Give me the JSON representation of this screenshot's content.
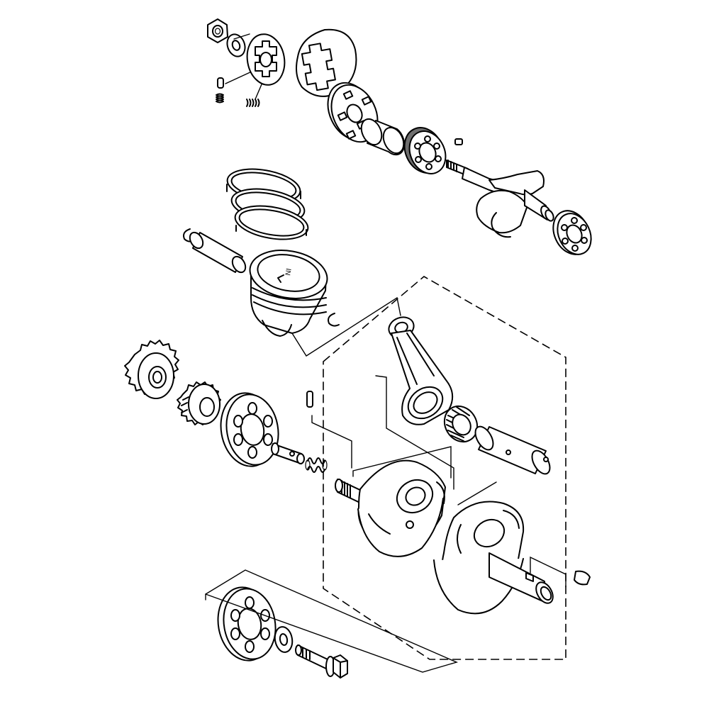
{
  "diagram": {
    "piston_mark": "IN",
    "colors": {
      "line": "#000000",
      "fill": "#ffffff",
      "shaded_bearing": "#6e6e6e",
      "background": "#ffffff"
    },
    "parts": [
      {
        "id": "nut-top",
        "icon": "hex-nut-icon"
      },
      {
        "id": "lock-washer-top",
        "icon": "washer-icon"
      },
      {
        "id": "balancer-hub",
        "icon": "hub-icon"
      },
      {
        "id": "balancer-gear",
        "icon": "gear-icon"
      },
      {
        "id": "balancer-plate",
        "icon": "plate-icon"
      },
      {
        "id": "collar",
        "icon": "collar-icon"
      },
      {
        "id": "balancer-bearing",
        "icon": "bearing-icon"
      },
      {
        "id": "woodruff-key-top",
        "icon": "key-icon"
      },
      {
        "id": "balancer-shaft",
        "icon": "shaft-icon"
      },
      {
        "id": "balancer-bearing-right",
        "icon": "bearing-icon"
      },
      {
        "id": "piston-rings",
        "icon": "piston-ring-icon"
      },
      {
        "id": "piston-pin-clip-left",
        "icon": "clip-icon"
      },
      {
        "id": "piston-pin",
        "icon": "pin-icon"
      },
      {
        "id": "piston",
        "icon": "piston-icon"
      },
      {
        "id": "piston-pin-clip-right",
        "icon": "clip-icon"
      },
      {
        "id": "primary-drive-gear",
        "icon": "gear-icon"
      },
      {
        "id": "balancer-drive-gear",
        "icon": "gear-icon"
      },
      {
        "id": "crank-bearing-left",
        "icon": "bearing-icon"
      },
      {
        "id": "dowel-pin",
        "icon": "pin-icon"
      },
      {
        "id": "oil-nozzle",
        "icon": "nozzle-icon"
      },
      {
        "id": "spring",
        "icon": "spring-icon"
      },
      {
        "id": "connecting-rod",
        "icon": "connecting-rod-icon"
      },
      {
        "id": "needle-bearing",
        "icon": "bearing-icon"
      },
      {
        "id": "crank-pin",
        "icon": "pin-icon"
      },
      {
        "id": "crank-left",
        "icon": "crankshaft-icon"
      },
      {
        "id": "crank-right",
        "icon": "crankshaft-icon"
      },
      {
        "id": "woodruff-key-right",
        "icon": "key-icon"
      },
      {
        "id": "crank-bearing-bottom",
        "icon": "bearing-icon"
      },
      {
        "id": "washer-bottom",
        "icon": "washer-icon"
      },
      {
        "id": "flange-bolt",
        "icon": "bolt-icon"
      }
    ]
  }
}
